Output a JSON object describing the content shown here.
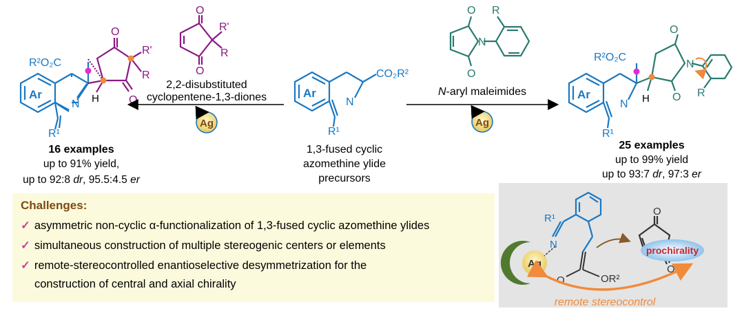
{
  "left_product": {
    "ester": "R²O₂C",
    "ar": "Ar",
    "n": "N",
    "h": "H",
    "r1": "R¹",
    "r_prime": "R'",
    "r": "R",
    "o_top": "O",
    "o_bottom": "O",
    "examples": "16 examples",
    "yield": "up to 91% yield,",
    "selectivity_prefix": "up to 92:8 ",
    "selectivity_dr": "dr",
    "selectivity_sep": ", 95.5:4.5 ",
    "selectivity_er": "er"
  },
  "left_reagent": {
    "o_top": "O",
    "o_bottom": "O",
    "r_prime": "R'",
    "r": "R",
    "name_line1": "2,2-disubstituted",
    "name_line2": "cyclopentene-1,3-diones"
  },
  "catalyst": {
    "label": "Ag"
  },
  "center_precursor": {
    "ar": "Ar",
    "n": "N",
    "r1": "R¹",
    "ester": "CO₂R²",
    "name_line1": "1,3-fused cyclic",
    "name_line2": "azomethine ylide",
    "name_line3": "precursors"
  },
  "right_reagent": {
    "o_top": "O",
    "o_bottom": "O",
    "n": "N",
    "r": "R",
    "name_italic": "N",
    "name_rest": "-aryl maleimides"
  },
  "right_product": {
    "ester": "R²O₂C",
    "ar": "Ar",
    "n": "N",
    "h": "H",
    "r1": "R¹",
    "o_top": "O",
    "o_bottom": "O",
    "n_imide": "N",
    "r": "R",
    "examples": "25 examples",
    "yield": "up to 99% yield",
    "selectivity_prefix": "up to 93:7 ",
    "selectivity_dr": "dr",
    "selectivity_sep": ", 97:3 ",
    "selectivity_er": "er"
  },
  "challenges": {
    "title": "Challenges:",
    "items": [
      "asymmetric non-cyclic α-functionalization of 1,3-fused cyclic azomethine ylides",
      "simultaneous construction of multiple stereogenic centers or elements",
      "remote-stereocontrolled enantioselective desymmetrization for the",
      "construction of central and axial chirality"
    ],
    "check": "✓"
  },
  "inset": {
    "r1": "R¹",
    "n": "N",
    "ag": "Ag",
    "o_left": "O",
    "or2": "OR²",
    "o_top": "O",
    "o_bottom": "O",
    "prochirality": "prochirality",
    "remote": "remote stereocontrol"
  },
  "colors": {
    "blue": "#1a78c2",
    "purple": "#8a1a82",
    "teal": "#2a7a70",
    "magenta": "#e22bd0",
    "orange": "#f08a3c",
    "ag_green": "#507a30",
    "challenge_bg": "#fcfadc",
    "challenge_title": "#7b4a16",
    "check": "#d23c9c",
    "inset_bg": "#e4e4e4"
  }
}
